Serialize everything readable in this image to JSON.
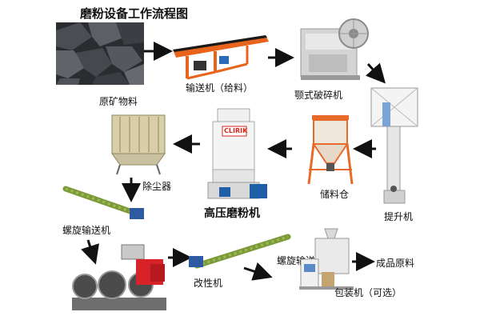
{
  "title": "磨粉设备工作流程图",
  "nodes": {
    "raw_ore": {
      "label": "原矿物料",
      "icon": "raw-ore-image"
    },
    "conveyor": {
      "label": "输送机（给料）",
      "icon": "belt-conveyor-image"
    },
    "jaw_crusher": {
      "label": "颚式破碎机",
      "icon": "jaw-crusher-image"
    },
    "elevator": {
      "label": "提升机",
      "icon": "bucket-elevator-image"
    },
    "silo": {
      "label": "储料仓",
      "icon": "storage-silo-image"
    },
    "mill": {
      "label": "高压磨粉机",
      "icon": "grinding-mill-image",
      "badge": "CLIRIK"
    },
    "dust": {
      "label": "除尘器",
      "icon": "dust-collector-image"
    },
    "screw1": {
      "label": "螺旋输送机",
      "icon": "screw-conveyor-image"
    },
    "modifier": {
      "label": "改性机",
      "icon": "modification-machine-image"
    },
    "screw2": {
      "label": "螺旋输送机",
      "icon": "screw-conveyor-image"
    },
    "packer": {
      "label": "包装机（可选）",
      "icon": "packing-machine-image"
    },
    "product": {
      "label": "成品原料"
    }
  },
  "colors": {
    "arrow": "#111111",
    "conveyor": "#e8641c",
    "frame": "#d9d9d9",
    "silo": "#e86a2a",
    "mill_badge": "#d7261e",
    "modifier": "#d8222a"
  }
}
